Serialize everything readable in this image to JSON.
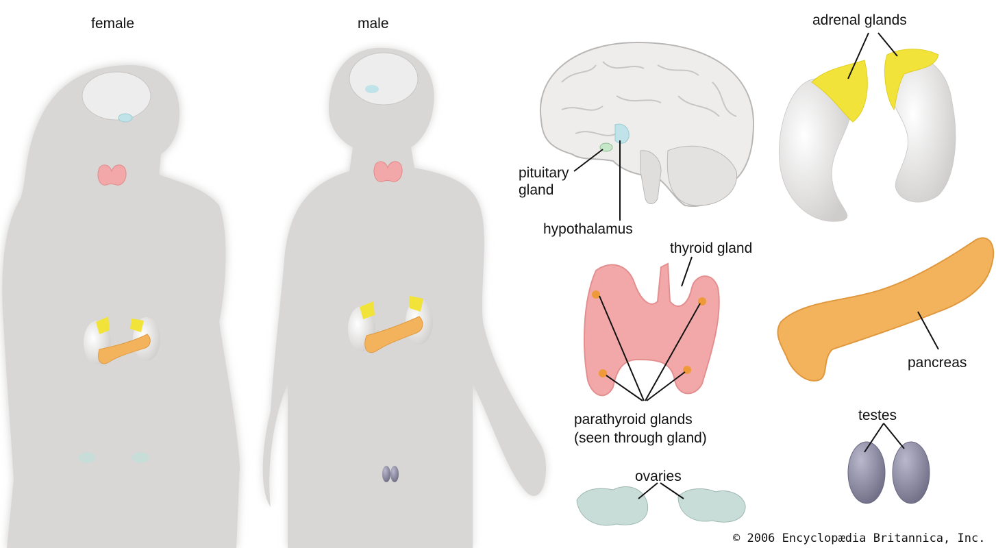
{
  "figures": {
    "female_label": "female",
    "male_label": "male"
  },
  "labels": {
    "adrenal": "adrenal glands",
    "pituitary_line1": "pituitary",
    "pituitary_line2": "gland",
    "hypothalamus": "hypothalamus",
    "thyroid": "thyroid gland",
    "pancreas": "pancreas",
    "parathyroid_line1": "parathyroid glands",
    "parathyroid_line2": "(seen through gland)",
    "testes": "testes",
    "ovaries": "ovaries"
  },
  "credit": "© 2006 Encyclopædia Britannica, Inc.",
  "colors": {
    "body_silhouette": "#d9d7d6",
    "thyroid": "#f2a8a8",
    "adrenal": "#f1e33a",
    "pancreas": "#f2b35c",
    "kidney": "#e6e4e3",
    "pituitary": "#bfe3e8",
    "ovaries": "#c9ddd8",
    "testes": "#8f8ea6",
    "parathyroid": "#ef9a3a"
  }
}
